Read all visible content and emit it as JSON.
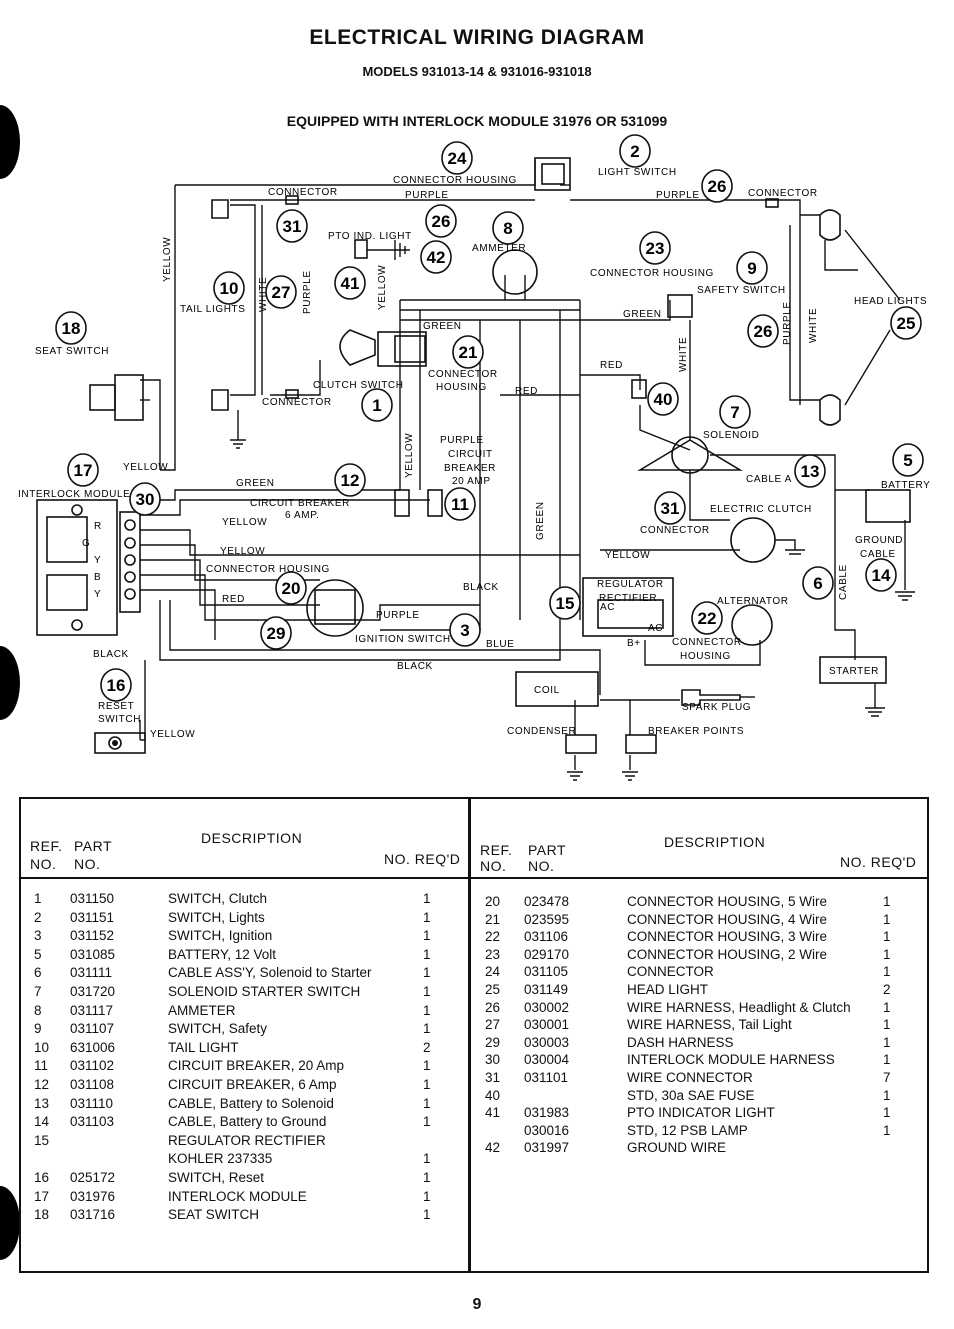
{
  "header": {
    "title": "ELECTRICAL WIRING DIAGRAM",
    "models": "MODELS 931013-14 & 931016-931018",
    "equipped": "EQUIPPED WITH INTERLOCK MODULE 31976 OR 531099"
  },
  "diagram": {
    "labels": {
      "connector_housing": "CONNECTOR HOUSING",
      "light_switch": "LIGHT SWITCH",
      "connector": "CONNECTOR",
      "purple": "PURPLE",
      "yellow": "YELLOW",
      "white": "WHITE",
      "green": "GREEN",
      "red": "RED",
      "black": "BLACK",
      "blue": "BLUE",
      "tail_lights": "TAIL LIGHTS",
      "pto_ind_light": "PTO IND. LIGHT",
      "ammeter": "AMMETER",
      "safety_switch": "SAFETY SWITCH",
      "head_lights": "HEAD LIGHTS",
      "seat_switch": "SEAT SWITCH",
      "clutch_switch": "CLUTCH SWITCH",
      "solenoid": "SOLENOID",
      "circuit_breaker": "CIRCUIT",
      "breaker": "BREAKER",
      "amp20": "20 AMP",
      "circuit_breaker_6": "CIRCUIT BREAKER",
      "amp6": "6 AMP.",
      "cable_a": "CABLE A",
      "battery": "BATTERY",
      "interlock_module": "INTERLOCK MODULE",
      "electric_clutch": "ELECTRIC CLUTCH",
      "ground": "GROUND",
      "cable": "CABLE",
      "cable_v": "CABLE",
      "regulator": "REGULATOR",
      "rectifier": "RECTIFIER",
      "ac": "AC",
      "bplus": "B+",
      "alternator": "ALTERNATOR",
      "housing": "HOUSING",
      "ignition_switch": "IGNITION SWITCH",
      "starter": "STARTER",
      "coil": "COIL",
      "spark_plug": "SPARK PLUG",
      "condenser": "CONDENSER",
      "breaker_points": "BREAKER POINTS",
      "reset": "RESET",
      "switch": "SWITCH",
      "pin_r": "R",
      "pin_g": "G",
      "pin_y": "Y",
      "pin_b": "B"
    },
    "callouts": [
      "24",
      "2",
      "26",
      "31",
      "26",
      "8",
      "42",
      "41",
      "10",
      "27",
      "23",
      "9",
      "18",
      "26",
      "25",
      "21",
      "1",
      "40",
      "7",
      "17",
      "30",
      "12",
      "11",
      "31",
      "13",
      "5",
      "6",
      "14",
      "20",
      "15",
      "22",
      "29",
      "3",
      "16"
    ]
  },
  "table": {
    "headers": {
      "ref": "REF.",
      "no": "NO.",
      "part": "PART",
      "part_no": "NO.",
      "description": "DESCRIPTION",
      "no_reqd": "NO. REQ'D"
    },
    "left_rows": [
      {
        "ref": "1",
        "part": "031150",
        "desc": "SWITCH, Clutch",
        "qty": "1"
      },
      {
        "ref": "2",
        "part": "031151",
        "desc": "SWITCH, Lights",
        "qty": "1"
      },
      {
        "ref": "3",
        "part": "031152",
        "desc": "SWITCH, Ignition",
        "qty": "1"
      },
      {
        "ref": "5",
        "part": "031085",
        "desc": "BATTERY, 12 Volt",
        "qty": "1"
      },
      {
        "ref": "6",
        "part": "031111",
        "desc": "CABLE ASS'Y, Solenoid to Starter",
        "qty": "1"
      },
      {
        "ref": "7",
        "part": "031720",
        "desc": "SOLENOID STARTER SWITCH",
        "qty": "1"
      },
      {
        "ref": "8",
        "part": "031117",
        "desc": "AMMETER",
        "qty": "1"
      },
      {
        "ref": "9",
        "part": "031107",
        "desc": "SWITCH, Safety",
        "qty": "1"
      },
      {
        "ref": "10",
        "part": "631006",
        "desc": "TAIL LIGHT",
        "qty": "2"
      },
      {
        "ref": "11",
        "part": "031102",
        "desc": "CIRCUIT BREAKER, 20 Amp",
        "qty": "1"
      },
      {
        "ref": "12",
        "part": "031108",
        "desc": "CIRCUIT BREAKER, 6 Amp",
        "qty": "1"
      },
      {
        "ref": "13",
        "part": "031110",
        "desc": "CABLE, Battery to Solenoid",
        "qty": "1"
      },
      {
        "ref": "14",
        "part": "031103",
        "desc": "CABLE, Battery to Ground",
        "qty": "1"
      },
      {
        "ref": "15",
        "part": "",
        "desc": "REGULATOR RECTIFIER",
        "qty": ""
      },
      {
        "ref": "",
        "part": "",
        "desc": "KOHLER 237335",
        "qty": "1"
      },
      {
        "ref": "16",
        "part": "025172",
        "desc": "SWITCH, Reset",
        "qty": "1"
      },
      {
        "ref": "17",
        "part": "031976",
        "desc": "INTERLOCK MODULE",
        "qty": "1"
      },
      {
        "ref": "18",
        "part": "031716",
        "desc": "SEAT SWITCH",
        "qty": "1"
      }
    ],
    "right_rows": [
      {
        "ref": "20",
        "part": "023478",
        "desc": "CONNECTOR HOUSING, 5 Wire",
        "qty": "1"
      },
      {
        "ref": "21",
        "part": "023595",
        "desc": "CONNECTOR HOUSING, 4 Wire",
        "qty": "1"
      },
      {
        "ref": "22",
        "part": "031106",
        "desc": "CONNECTOR HOUSING, 3 Wire",
        "qty": "1"
      },
      {
        "ref": "23",
        "part": "029170",
        "desc": "CONNECTOR HOUSING, 2 Wire",
        "qty": "1"
      },
      {
        "ref": "24",
        "part": "031105",
        "desc": "CONNECTOR",
        "qty": "1"
      },
      {
        "ref": "25",
        "part": "031149",
        "desc": "HEAD LIGHT",
        "qty": "2"
      },
      {
        "ref": "26",
        "part": "030002",
        "desc": "WIRE HARNESS, Headlight & Clutch",
        "qty": "1"
      },
      {
        "ref": "27",
        "part": "030001",
        "desc": "WIRE HARNESS, Tail Light",
        "qty": "1"
      },
      {
        "ref": "29",
        "part": "030003",
        "desc": "DASH HARNESS",
        "qty": "1"
      },
      {
        "ref": "30",
        "part": "030004",
        "desc": "INTERLOCK MODULE HARNESS",
        "qty": "1"
      },
      {
        "ref": "31",
        "part": "031101",
        "desc": "WIRE CONNECTOR",
        "qty": "7"
      },
      {
        "ref": "40",
        "part": "",
        "desc": "STD, 30a SAE FUSE",
        "qty": "1"
      },
      {
        "ref": "41",
        "part": "031983",
        "desc": "PTO INDICATOR LIGHT",
        "qty": "1"
      },
      {
        "ref": "",
        "part": "030016",
        "desc": "STD, 12 PSB LAMP",
        "qty": "1"
      },
      {
        "ref": "42",
        "part": "031997",
        "desc": "GROUND WIRE",
        "qty": ""
      }
    ]
  },
  "page_number": "9"
}
